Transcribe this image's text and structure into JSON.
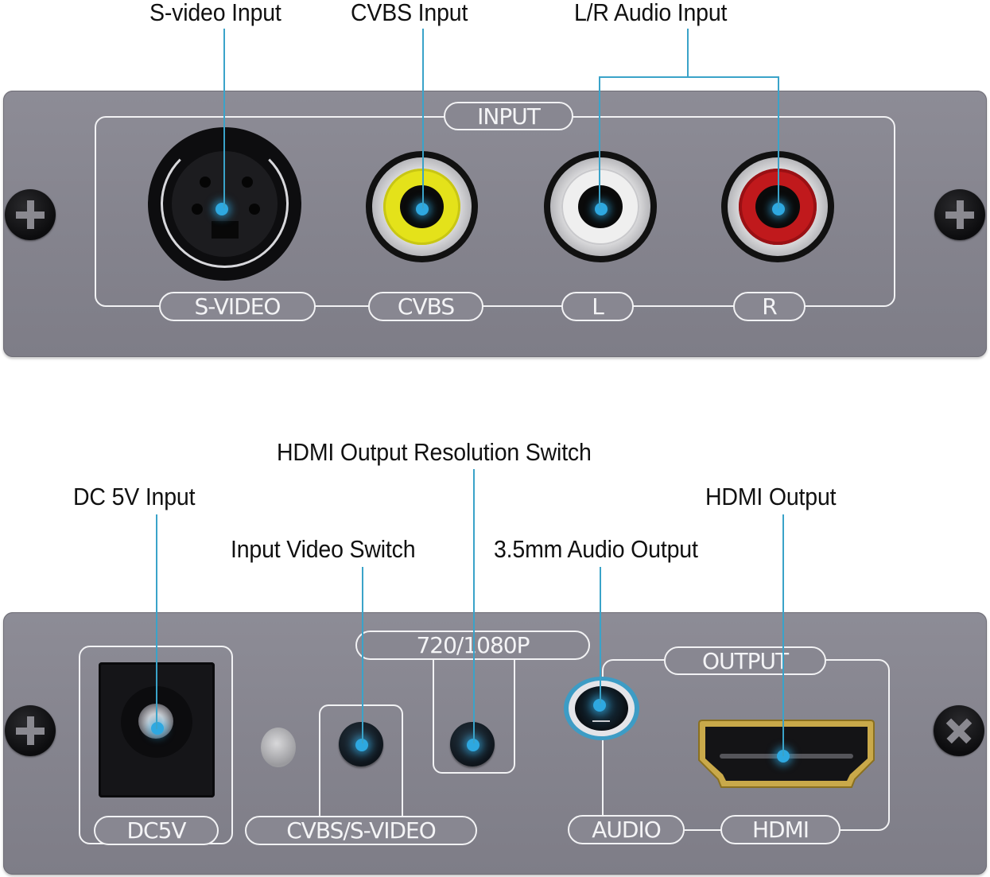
{
  "top_panel": {
    "callouts": {
      "svideo": "S-video Input",
      "cvbs": "CVBS Input",
      "audio": "L/R Audio Input"
    },
    "frame_title": "INPUT",
    "port_labels": {
      "svideo": "S-VIDEO",
      "cvbs": "CVBS",
      "left": "L",
      "right": "R"
    }
  },
  "bottom_panel": {
    "callouts": {
      "dc": "DC 5V Input",
      "resolution": "HDMI Output Resolution Switch",
      "video_switch": "Input Video Switch",
      "audio_out": "3.5mm Audio Output",
      "hdmi_out": "HDMI Output"
    },
    "port_labels": {
      "dc": "DC5V",
      "video_switch": "CVBS/S-VIDEO",
      "resolution": "720/1080P",
      "output": "OUTPUT",
      "audio": "AUDIO",
      "hdmi": "HDMI"
    }
  },
  "colors": {
    "leader": "#3aa3c9",
    "panel": "#86858f",
    "yellow": "#e8e61c",
    "red": "#c0191c",
    "white_rca": "#ececec",
    "hdmi_gold": "#c9a94a"
  }
}
